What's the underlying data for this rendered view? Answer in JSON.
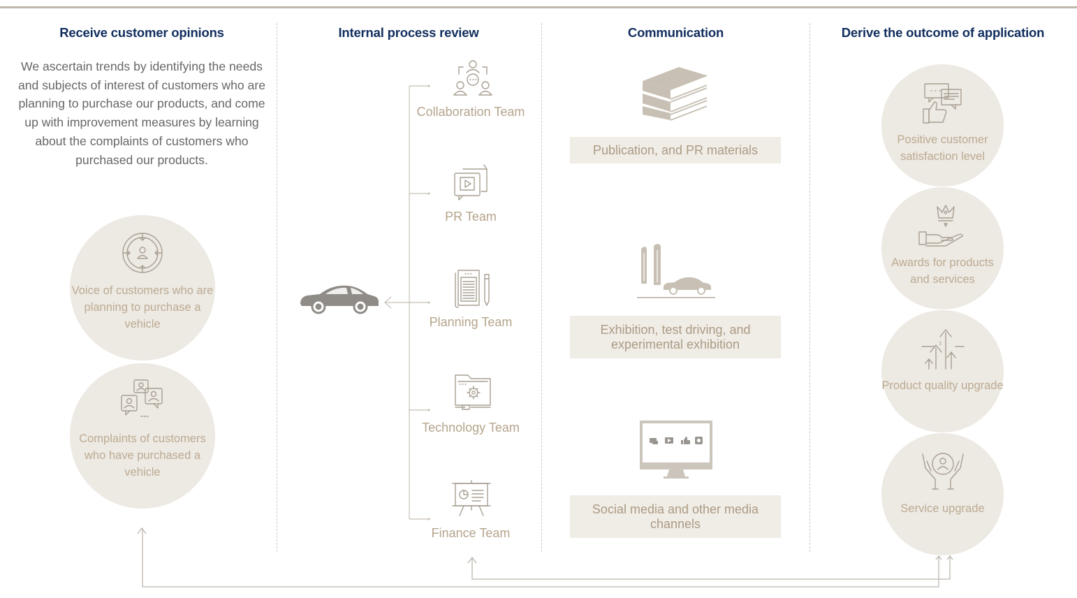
{
  "columns": {
    "receive": {
      "title": "Receive customer opinions",
      "intro": "We ascertain trends by identifying the needs and subjects of interest of customers who are planning to purchase our products, and come up with improvement measures by learning about the complaints of customers who purchased our products.",
      "items": [
        {
          "label": "Voice of customers who are planning to purchase a vehicle",
          "icon": "target-person-icon"
        },
        {
          "label": "Complaints of customers who have purchased a vehicle",
          "icon": "speech-people-icon"
        }
      ]
    },
    "internal": {
      "title": "Internal process review",
      "teams": [
        {
          "label": "Collaboration Team",
          "icon": "team-network-icon"
        },
        {
          "label": "PR Team",
          "icon": "video-chat-icon"
        },
        {
          "label": "Planning Team",
          "icon": "document-pen-icon"
        },
        {
          "label": "Technology Team",
          "icon": "folder-gear-icon"
        },
        {
          "label": "Finance Team",
          "icon": "presentation-board-icon"
        }
      ]
    },
    "communication": {
      "title": "Communication",
      "items": [
        {
          "label": "Publication, and PR materials",
          "icon": "books-icon"
        },
        {
          "label": "Exhibition, test driving, and experimental exhibition",
          "icon": "exhibition-car-icon"
        },
        {
          "label": "Social media and other media channels",
          "icon": "monitor-social-icon"
        }
      ]
    },
    "outcome": {
      "title": "Derive the outcome of application",
      "items": [
        {
          "label": "Positive customer satisfaction level",
          "icon": "thumbs-up-chat-icon"
        },
        {
          "label": "Awards for products and services",
          "icon": "crown-hand-icon"
        },
        {
          "label": "Product quality upgrade",
          "icon": "upward-arrows-icon"
        },
        {
          "label": "Service upgrade",
          "icon": "hands-person-icon"
        }
      ]
    }
  },
  "colors": {
    "heading": "#112e5e",
    "body_text": "#666666",
    "circle_fill": "#ede9e3",
    "circle_text": "#bcab92",
    "team_text": "#b5a48c",
    "box_fill": "#f0ece6",
    "box_text": "#ab9b84",
    "line": "#bdb7ac"
  }
}
